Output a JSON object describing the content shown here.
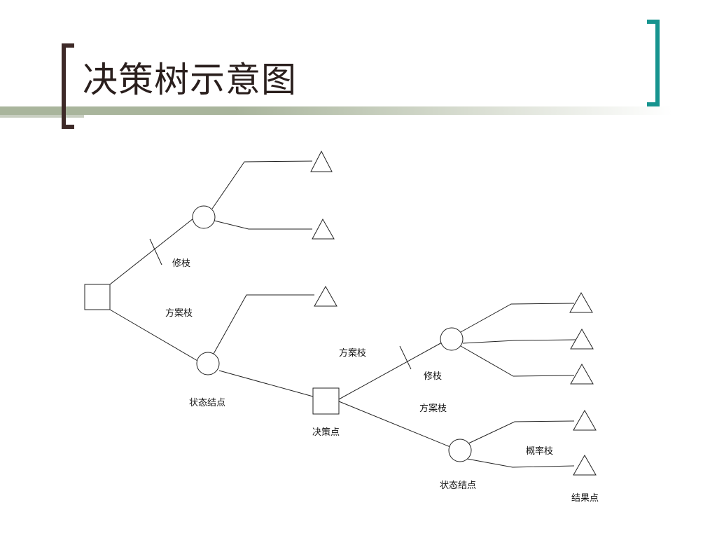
{
  "title": "决策树示意图",
  "colors": {
    "bracket_left": "#3e2a28",
    "bracket_right": "#16948f",
    "title_bar": "#a9b59c",
    "line": "#222222"
  },
  "labels": {
    "prune_1": "修枝",
    "plan_branch_1": "方案枝",
    "state_node_1": "状态结点",
    "plan_branch_2": "方案枝",
    "prune_2": "修枝",
    "plan_branch_3": "方案枝",
    "decision_point": "决策点",
    "probability_branch": "概率枝",
    "state_node_2": "状态结点",
    "result_point": "结果点"
  }
}
